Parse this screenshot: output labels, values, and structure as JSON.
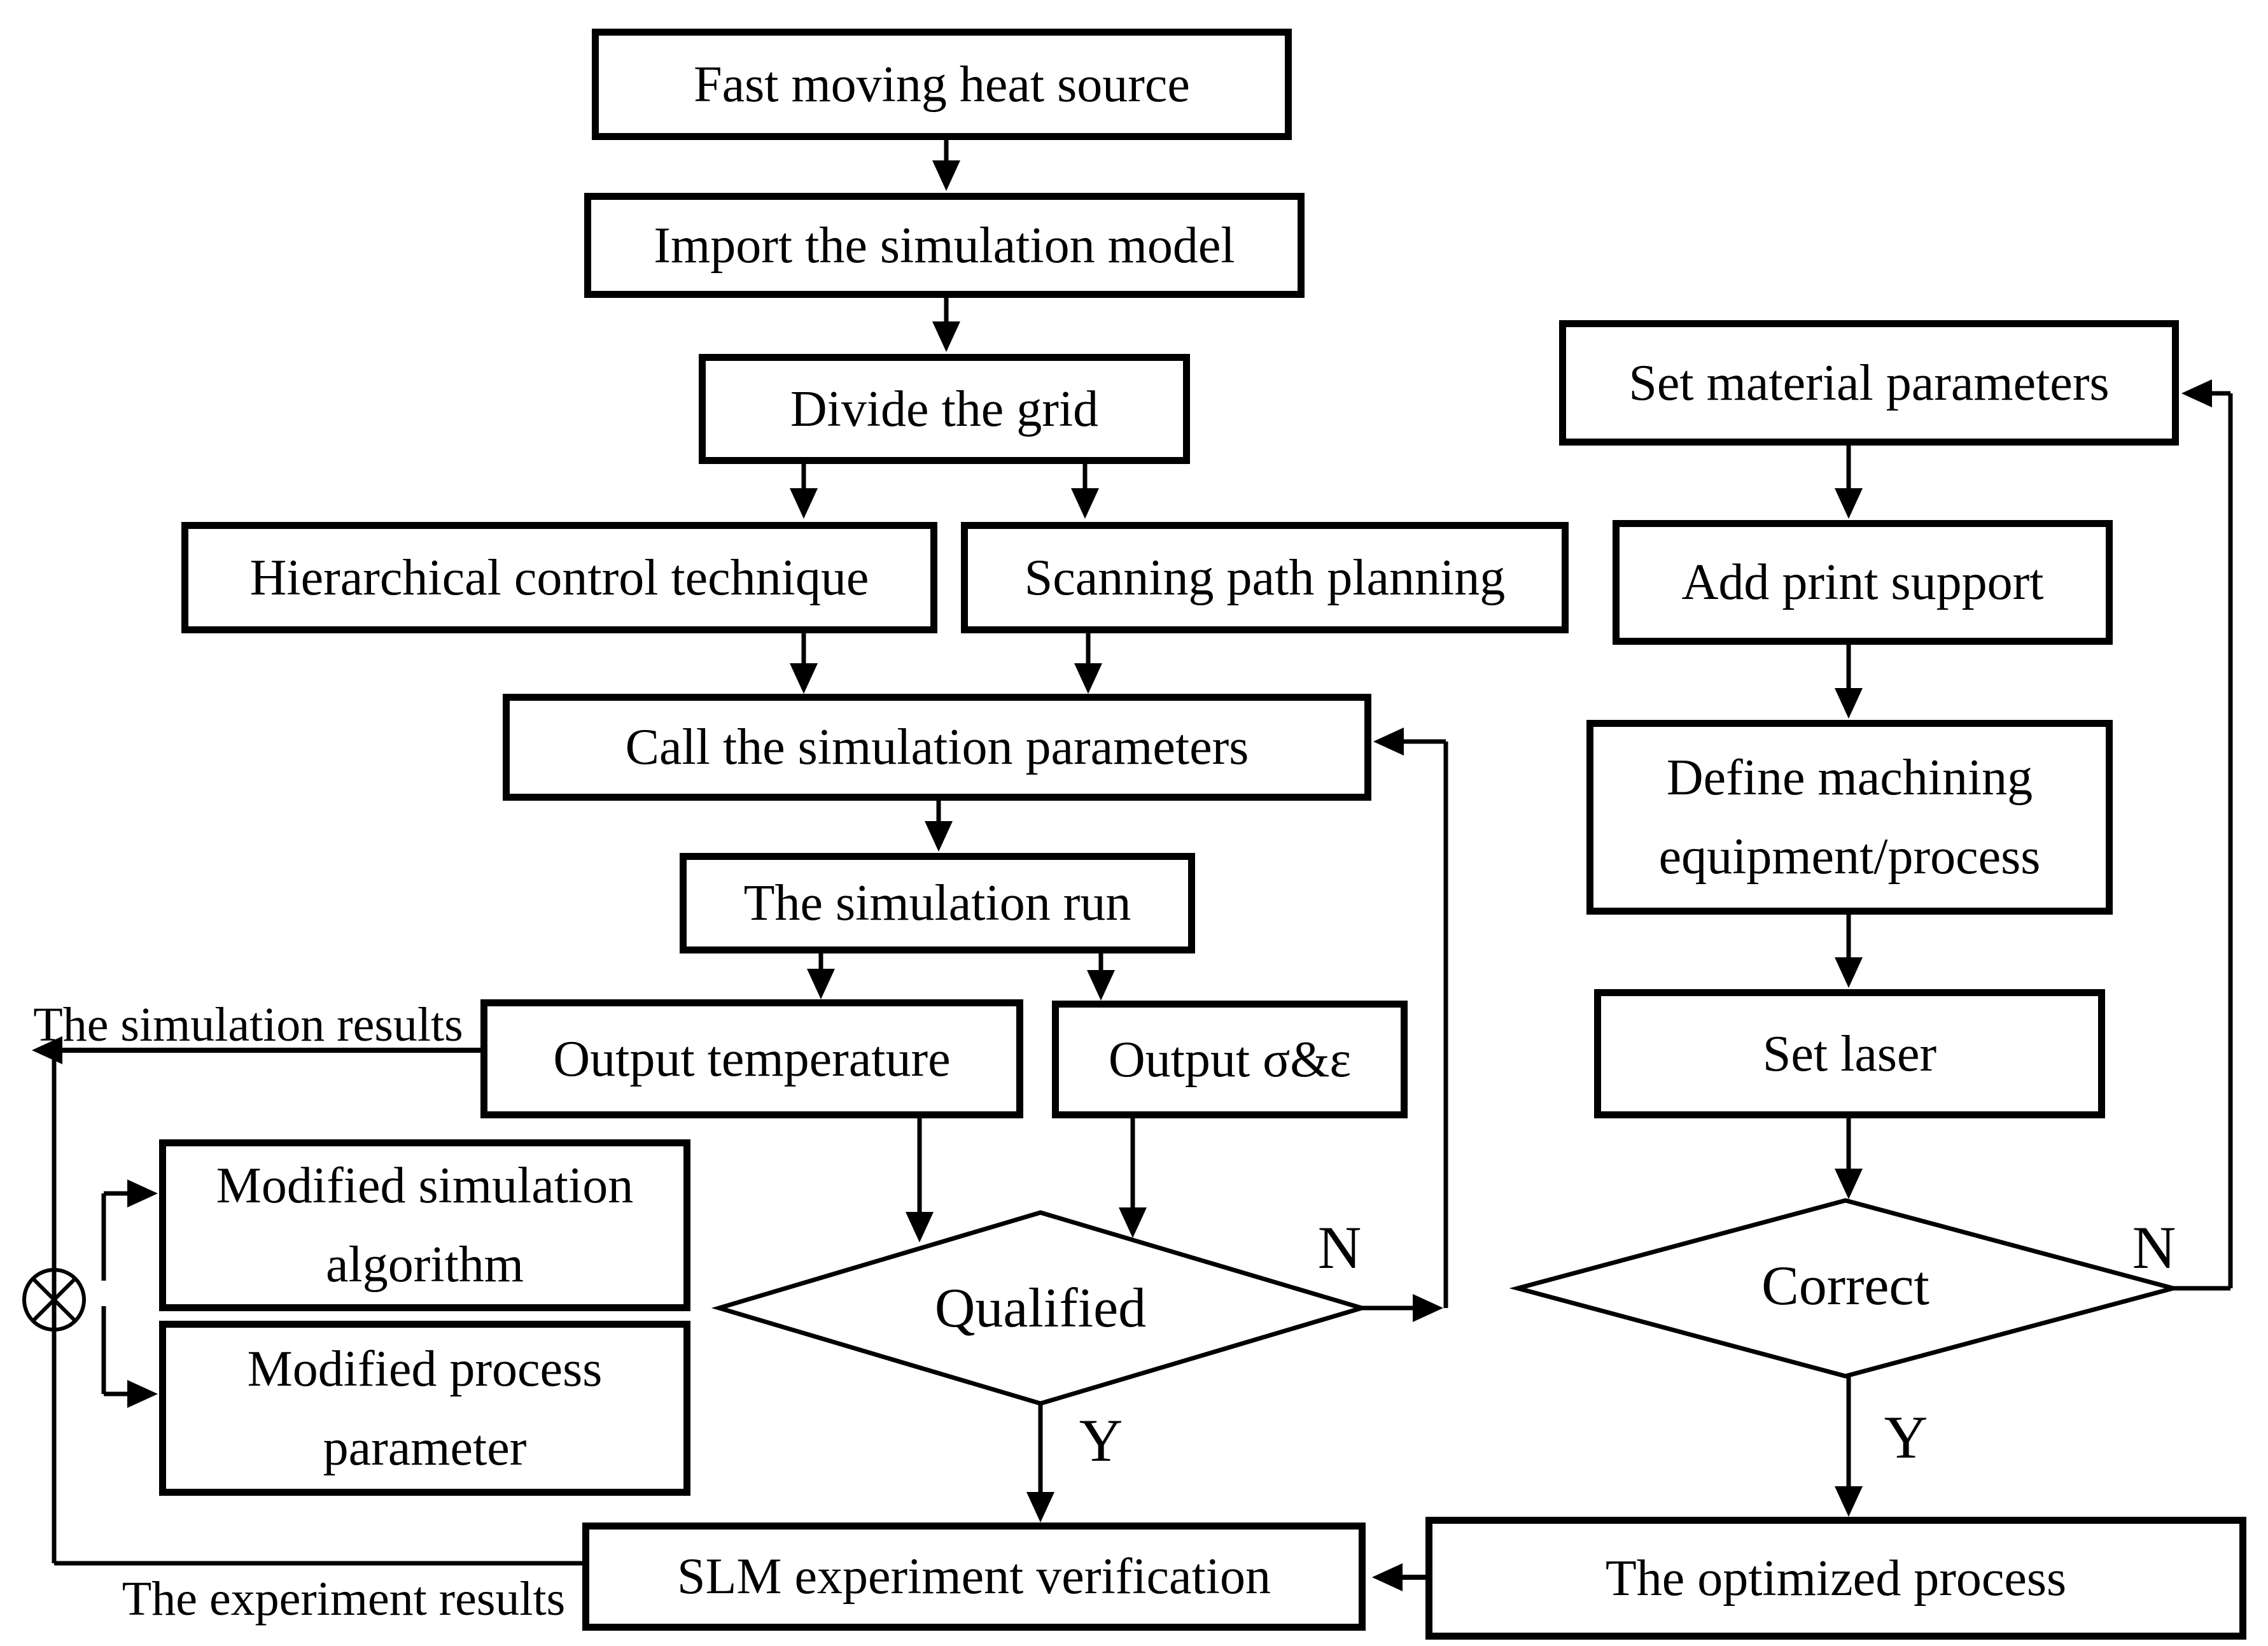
{
  "flowchart": {
    "process_nodes": {
      "fast_moving_heat_source": "Fast moving heat source",
      "import_simulation_model": "Import the simulation model",
      "divide_grid": "Divide the grid",
      "hierarchical_control_technique": "Hierarchical control technique",
      "scanning_path_planning": "Scanning path planning",
      "call_simulation_parameters": "Call the simulation parameters",
      "simulation_run": "The simulation run",
      "output_temperature": "Output temperature",
      "output_sigma_epsilon": "Output σ&ε",
      "modified_simulation_algorithm": "Modified simulation algorithm",
      "modified_process_parameter": "Modified process parameter",
      "slm_experiment_verification": "SLM experiment verification",
      "set_material_parameters": "Set material parameters",
      "add_print_support": "Add print support",
      "define_machining_equipment_process": "Define machining equipment/process",
      "set_laser": "Set laser",
      "optimized_process": "The optimized process"
    },
    "decision_nodes": {
      "qualified": "Qualified",
      "correct": "Correct"
    },
    "branch_labels": {
      "qualified_no": "N",
      "qualified_yes": "Y",
      "correct_no": "N",
      "correct_yes": "Y"
    },
    "annotations": {
      "simulation_results": "The simulation results",
      "experiment_results": "The experiment results"
    },
    "icons": {
      "junction": "circle-cross-comparator"
    },
    "colors": {
      "line": "#000000",
      "text": "#000000",
      "background": "#ffffff"
    }
  }
}
